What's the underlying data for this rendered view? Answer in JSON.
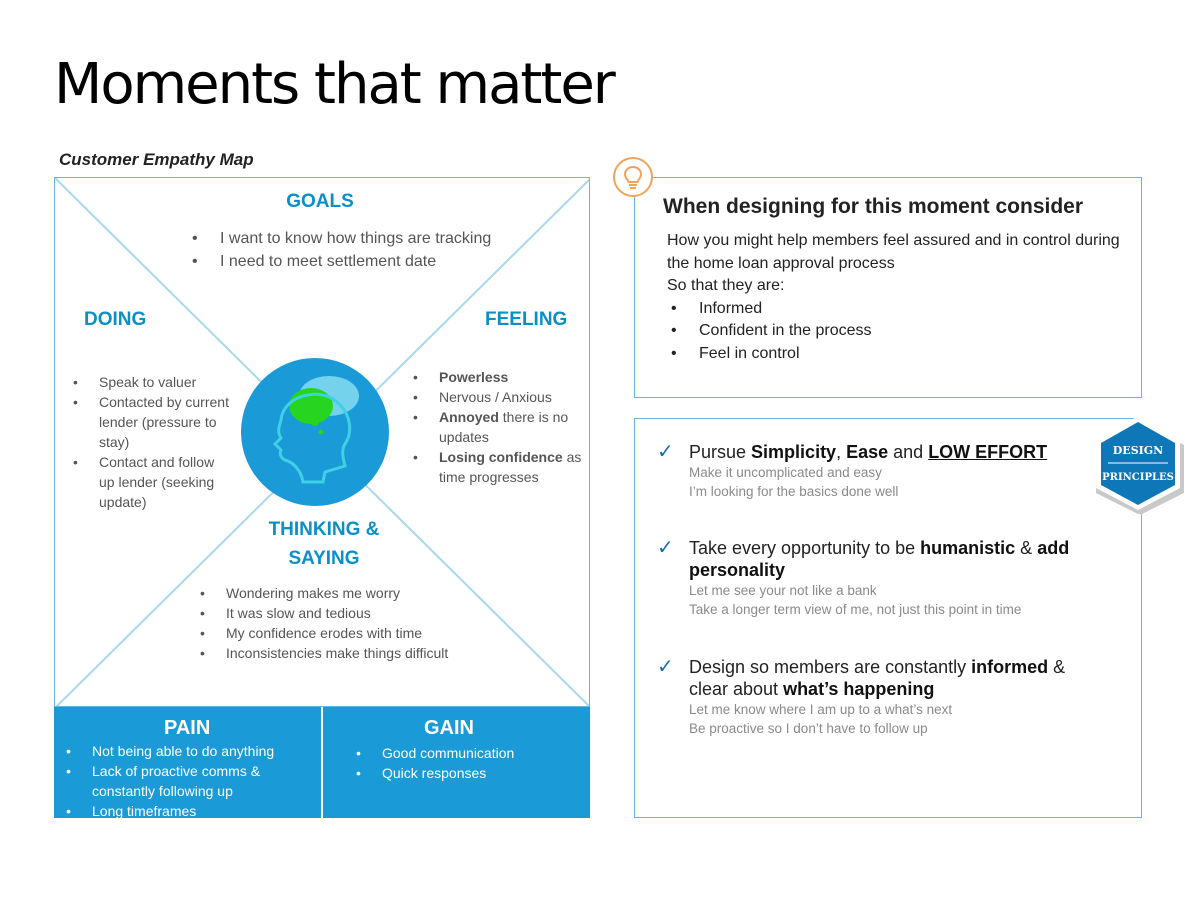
{
  "page_title": "Moments that matter",
  "empathy_map": {
    "caption": "Customer Empathy Map",
    "goals": {
      "title": "GOALS",
      "items": [
        "I want to know how things are tracking",
        "I need to meet settlement date"
      ]
    },
    "doing": {
      "title": "DOING",
      "items": [
        "Speak to valuer",
        "Contacted by current lender (pressure to stay)",
        "Contact and follow up lender (seeking update)"
      ]
    },
    "feeling": {
      "title": "FEELING",
      "items": [
        {
          "bold": "Powerless",
          "rest": ""
        },
        {
          "bold": "",
          "rest": "Nervous / Anxious"
        },
        {
          "bold": "Annoyed",
          "rest": " there is no updates"
        },
        {
          "bold": "Losing confidence",
          "rest": " as time progresses"
        }
      ]
    },
    "thinking": {
      "title_line1": "THINKING &",
      "title_line2": "SAYING",
      "items": [
        "Wondering makes me worry",
        "It was slow and tedious",
        "My confidence erodes with time",
        "Inconsistencies make things difficult"
      ]
    },
    "pain": {
      "title": "PAIN",
      "items": [
        "Not being able to do anything",
        "Lack of proactive comms & constantly following up",
        "Long timeframes"
      ]
    },
    "gain": {
      "title": "GAIN",
      "items": [
        "Good communication",
        "Quick responses"
      ]
    }
  },
  "consider": {
    "icon": "lightbulb-icon",
    "title": "When designing for this moment consider",
    "intro": "How you might help members feel assured and in control during the home loan approval process",
    "so_that": "So that they are:",
    "items": [
      "Informed",
      "Confident in the process",
      "Feel in control"
    ]
  },
  "principles": {
    "badge_line1": "DESIGN",
    "badge_line2": "PRINCIPLES",
    "items": [
      {
        "head_parts": [
          "Pursue ",
          "Simplicity",
          ", ",
          "Ease",
          " and ",
          "LOW EFFORT"
        ],
        "subs": [
          "Make it uncomplicated and easy",
          "I’m looking for the basics done well"
        ]
      },
      {
        "head_parts": [
          "Take every opportunity to be ",
          "humanistic",
          " & ",
          "add personality"
        ],
        "subs": [
          "Let me see your not like a bank",
          "Take a longer term  view of me,  not just this point in time"
        ]
      },
      {
        "head_parts": [
          "Design so members are constantly ",
          "informed",
          " & clear about ",
          "what’s happening"
        ],
        "subs": [
          "Let me know where I am up to a what’s next",
          "Be proactive so I don’t have to follow up"
        ]
      }
    ]
  },
  "colors": {
    "accent": "#1a9ad6",
    "heading": "#0b8fc8",
    "border": "#62b8e0",
    "badge": "#0e77b8",
    "bulb": "#f0a35a"
  }
}
